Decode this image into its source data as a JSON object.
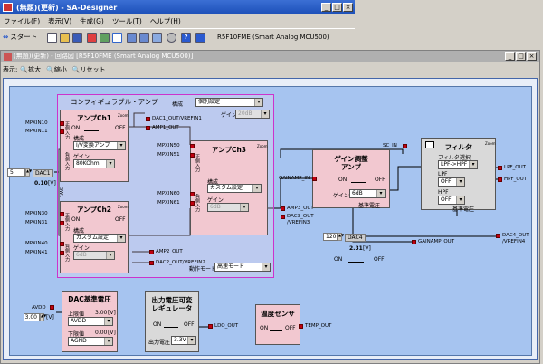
{
  "app": {
    "title": "(無題)(更新) - SA-Designer",
    "menu": [
      "ファイル(F)",
      "表示(V)",
      "生成(G)",
      "ツール(T)",
      "ヘルプ(H)"
    ],
    "start_label": "スタート",
    "device_label": "R5F10FME (Smart Analog MCU500)"
  },
  "inner": {
    "title": "(無題)(更新) - 回路図 [R5F10FME (Smart Analog MCU500)]",
    "view_label": "表示:",
    "zoom_in": "拡大",
    "zoom_out": "縮小",
    "reset": "リセット"
  },
  "config_amp": {
    "title": "コンフィギュラブル・アンプ",
    "config_label": "構成",
    "config_value": "個別設定",
    "gain_label": "ゲイン",
    "gain_value": "20dB",
    "out1": "DAC1_OUT/VREFIN1",
    "out2": "AMP1_OUT",
    "mode_label": "動作モード",
    "mode_value": "高速モード",
    "amp2_out": "AMP2_OUT",
    "dac2_out": "DAC2_OUT/VREFIN2"
  },
  "amp1": {
    "title": "アンプCh1",
    "on": "ON",
    "off": "OFF",
    "config_label": "構成",
    "config_value": "I/V変換アンプ",
    "gain_label": "ゲイン",
    "gain_value": "80KOhm",
    "pos_in": "正側入力",
    "neg_in": "負側入力",
    "zoom": "Zoom",
    "pins": [
      "MPXIN10",
      "MPXIN11"
    ]
  },
  "amp2": {
    "title": "アンプCh2",
    "on": "ON",
    "off": "OFF",
    "config_label": "構成",
    "config_value": "カスタム設定",
    "gain_label": "ゲイン",
    "gain_value": "6dB",
    "pos_in": "正側入力",
    "neg_in": "負側入力",
    "zoom": "Zoom",
    "pins": [
      "MPXIN30",
      "MPXIN31",
      "MPXIN40",
      "MPXIN41"
    ]
  },
  "amp3": {
    "title": "アンプCh3",
    "config_label": "構成",
    "config_value": "カスタム設定",
    "gain_label": "ゲイン",
    "gain_value": "6dB",
    "pos_in": "正側入力",
    "neg_in": "負側入力",
    "zoom": "Zoom",
    "pins": [
      "MPXIN50",
      "MPXIN51",
      "MPXIN60",
      "MPXIN61"
    ],
    "out": "AMP3_OUT",
    "dac3_out": "DAC3_OUT",
    "dac3_out2": "/VREFIN3"
  },
  "dac1": {
    "value": "5",
    "label": "DAC1",
    "volt": "0.10",
    "unit": "[V]",
    "sw": "SW1"
  },
  "gain_amp": {
    "title1": "ゲイン調整",
    "title2": "アンプ",
    "on": "ON",
    "off": "OFF",
    "gain_label": "ゲイン",
    "gain_value": "6dB",
    "ref_label": "基準電圧",
    "in_label": "GAINAMP_IN",
    "out_label": "GAINAMP_OUT"
  },
  "filter": {
    "title": "フィルタ",
    "sc_in": "SC_IN",
    "type_label": "フィルタ選択",
    "type_value": "LPF->HPF",
    "lpf_label": "LPF",
    "lpf_value": "OFF",
    "hpf_label": "HPF",
    "hpf_value": "OFF",
    "ref_label": "基準電圧",
    "lpf_out": "LPF_OUT",
    "hpf_out": "HPF_OUT",
    "zoom": "Zoom"
  },
  "dac4": {
    "value": "120",
    "label": "DAC4",
    "volt": "2.31",
    "unit": "[V]",
    "on": "ON",
    "off": "OFF",
    "out1": "DAC4_OUT",
    "out2": "/VREFIN4"
  },
  "dac_ref": {
    "title": "DAC基準電圧",
    "avdd_label": "AVDD",
    "avdd_value": "3.00",
    "unit": "[V]",
    "upper_label": "上限値",
    "upper_volt": "3.00",
    "upper_value": "AVDD",
    "lower_label": "下限値",
    "lower_volt": "0.00",
    "lower_value": "AGND"
  },
  "ldo": {
    "title1": "出力電圧可変",
    "title2": "レギュレータ",
    "on": "ON",
    "off": "OFF",
    "volt_label": "出力電圧",
    "volt_value": "3.3V",
    "out": "LDO_OUT"
  },
  "temp": {
    "title": "温度センサ",
    "on": "ON",
    "off": "OFF",
    "out": "TEMP_OUT"
  }
}
